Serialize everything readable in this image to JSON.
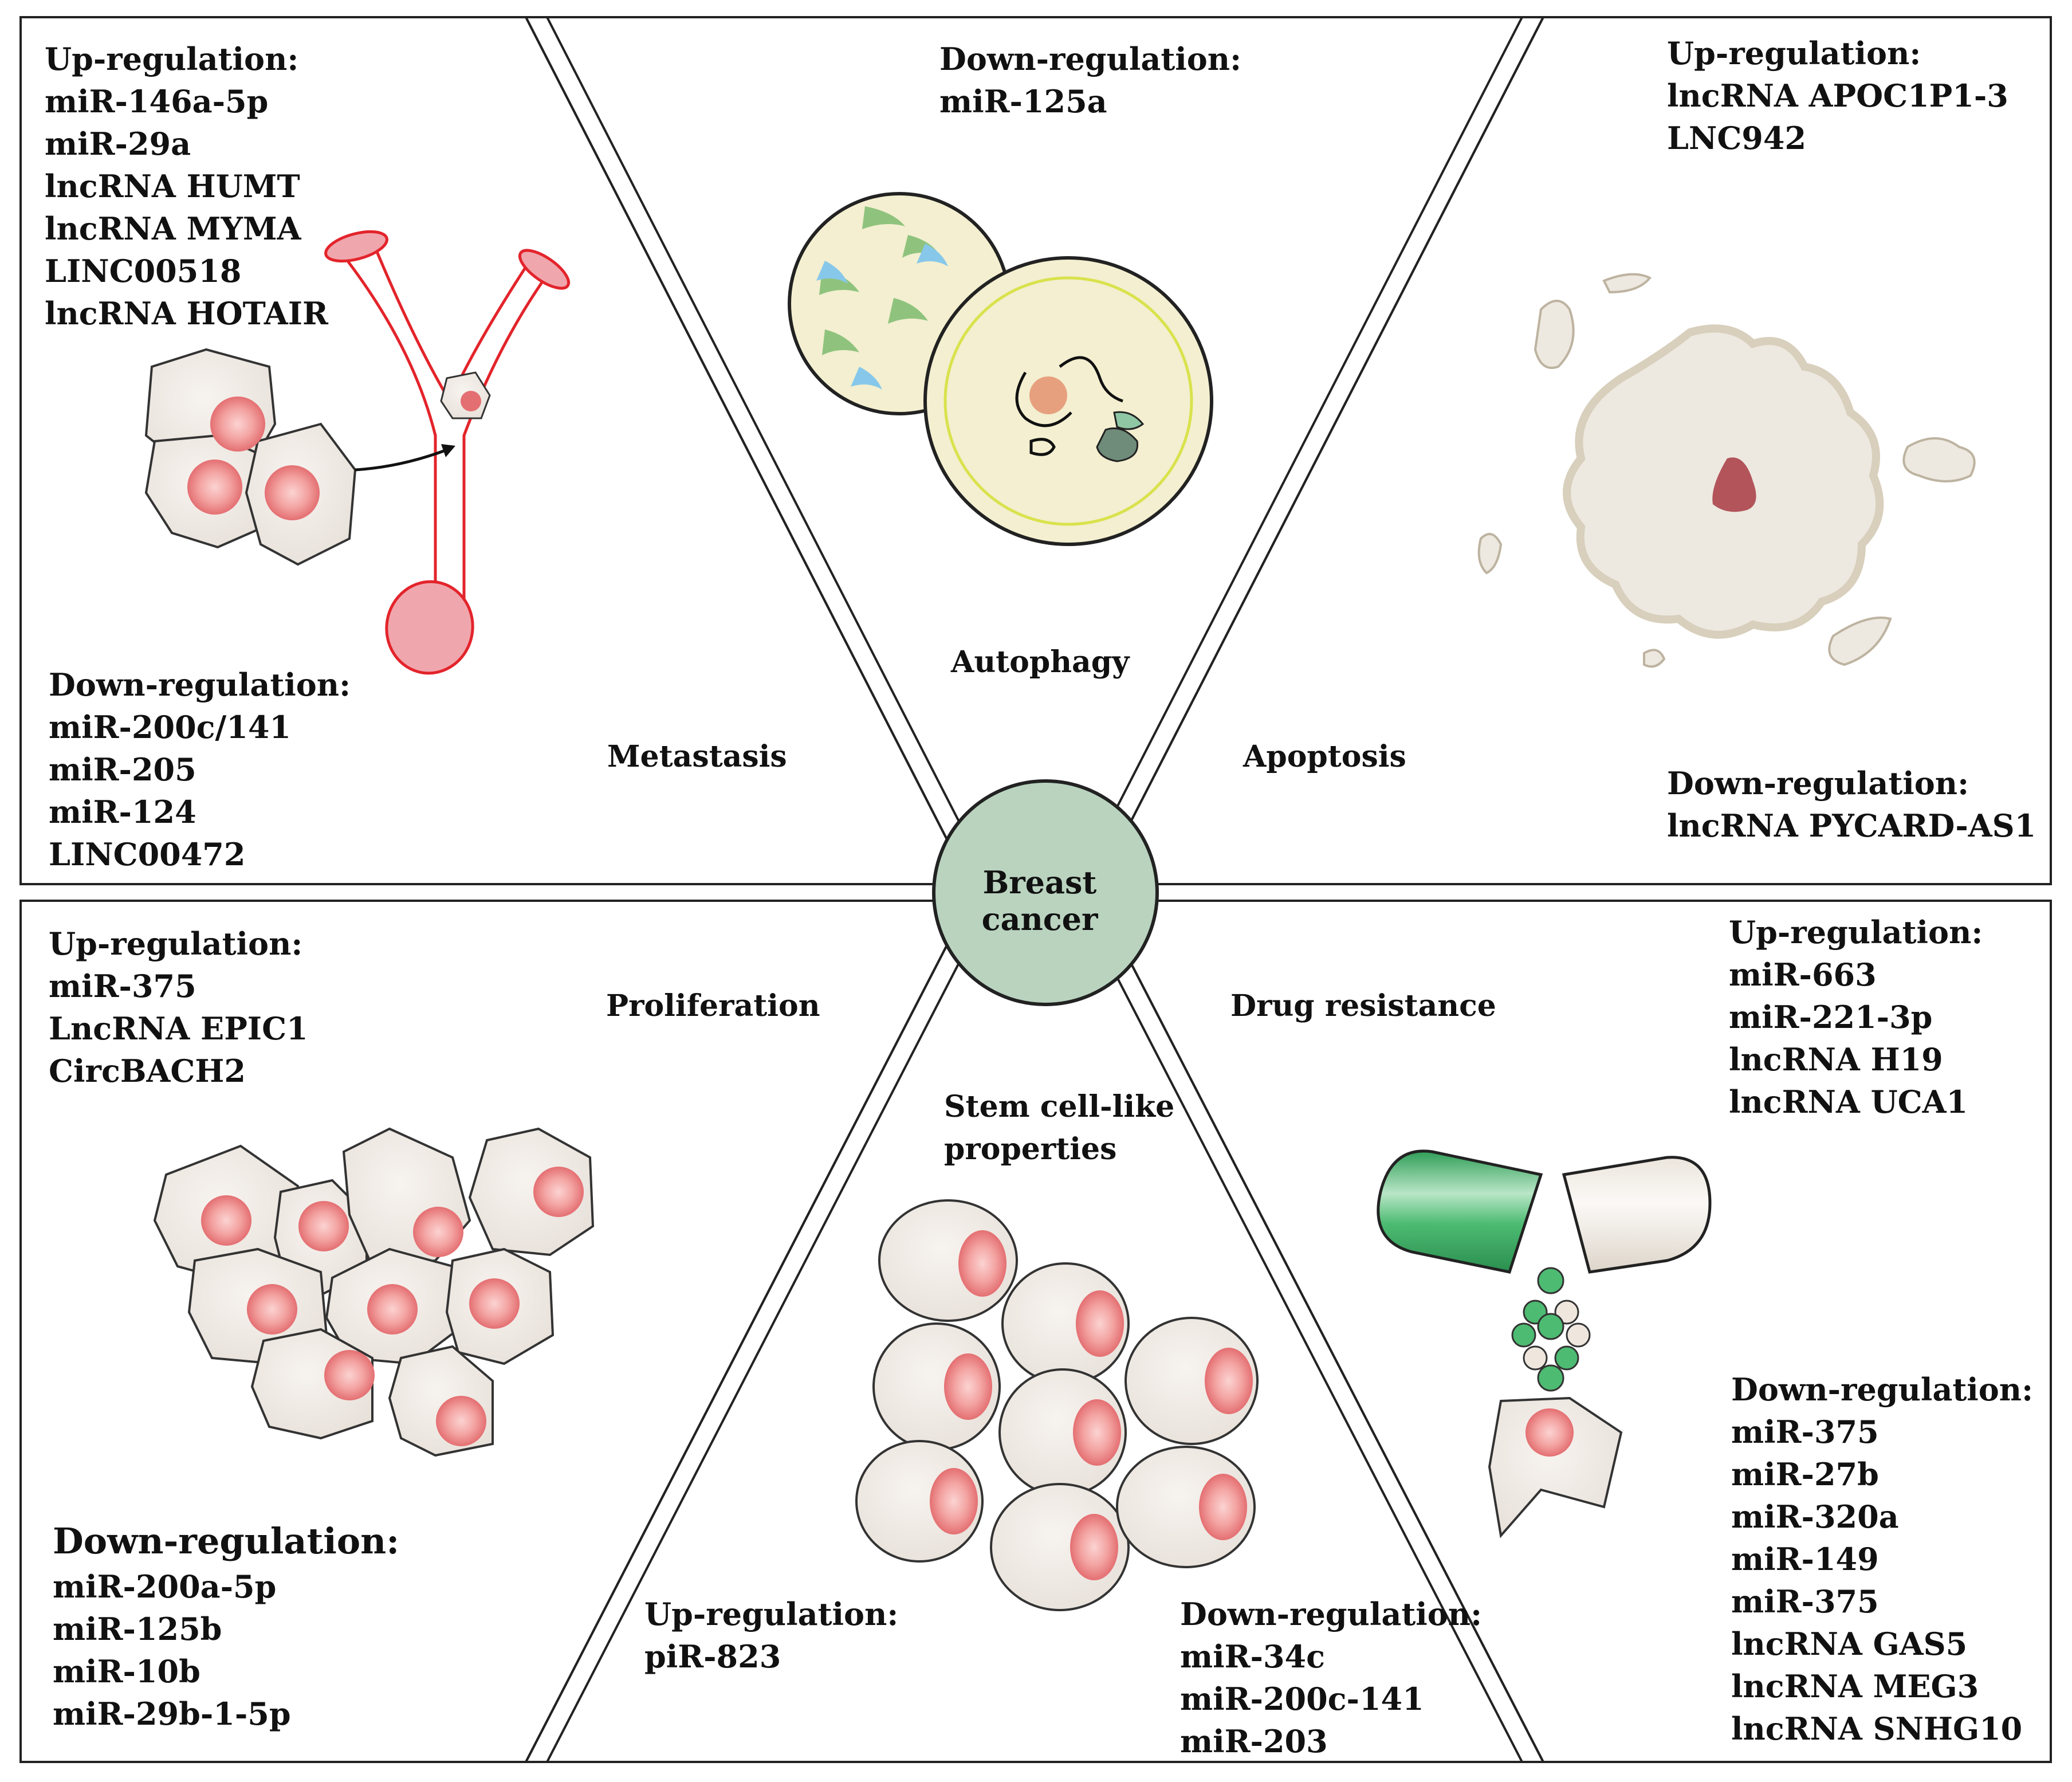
{
  "center": {
    "label": "Breast cancer"
  },
  "sections": {
    "metastasis": {
      "title": "Metastasis",
      "up": {
        "heading": "Up-regulation:",
        "items": [
          "miR-146a-5p",
          "miR-29a",
          "lncRNA HUMT",
          "lncRNA MYMA",
          "LINC00518",
          "lncRNA HOTAIR"
        ]
      },
      "down": {
        "heading": "Down-regulation:",
        "items": [
          "miR-200c/141",
          "miR-205",
          "miR-124",
          "LINC00472"
        ]
      }
    },
    "autophagy": {
      "title": "Autophagy",
      "down": {
        "heading": "Down-regulation:",
        "items": [
          "miR-125a"
        ]
      }
    },
    "apoptosis": {
      "title": "Apoptosis",
      "up": {
        "heading": "Up-regulation:",
        "items": [
          "lncRNA APOC1P1-3",
          "LNC942"
        ]
      },
      "down": {
        "heading": "Down-regulation:",
        "items": [
          "lncRNA PYCARD-AS1"
        ]
      }
    },
    "proliferation": {
      "title": "Proliferation",
      "up": {
        "heading": "Up-regulation:",
        "items": [
          "miR-375",
          "LncRNA EPIC1",
          "CircBACH2"
        ]
      },
      "down": {
        "heading": "Down-regulation:",
        "items": [
          "miR-200a-5p",
          "miR-125b",
          "miR-10b",
          "miR-29b-1-5p"
        ]
      }
    },
    "stem": {
      "title_line1": "Stem cell-like",
      "title_line2": "properties",
      "up": {
        "heading": "Up-regulation:",
        "items": [
          "piR-823"
        ]
      },
      "down": {
        "heading": "Down-regulation:",
        "items": [
          "miR-34c",
          "miR-200c-141",
          "miR-203"
        ]
      }
    },
    "drug": {
      "title": "Drug resistance",
      "up": {
        "heading": "Up-regulation:",
        "items": [
          "miR-663",
          "miR-221-3p",
          "lncRNA H19",
          "lncRNA UCA1"
        ]
      },
      "down": {
        "heading": "Down-regulation:",
        "items": [
          "miR-375",
          "miR-27b",
          "miR-320a",
          "miR-149",
          "miR-375",
          "lncRNA GAS5",
          "lncRNA MEG3",
          "lncRNA SNHG10"
        ]
      }
    }
  },
  "colors": {
    "center_fill": "#b9d3bf",
    "vessel": "#e3242b",
    "vessel_fill": "#f0a6ad",
    "cell_fill": "#f0ebe6",
    "nucleus": "#e8737b",
    "pill_green": "#3fae6a"
  }
}
